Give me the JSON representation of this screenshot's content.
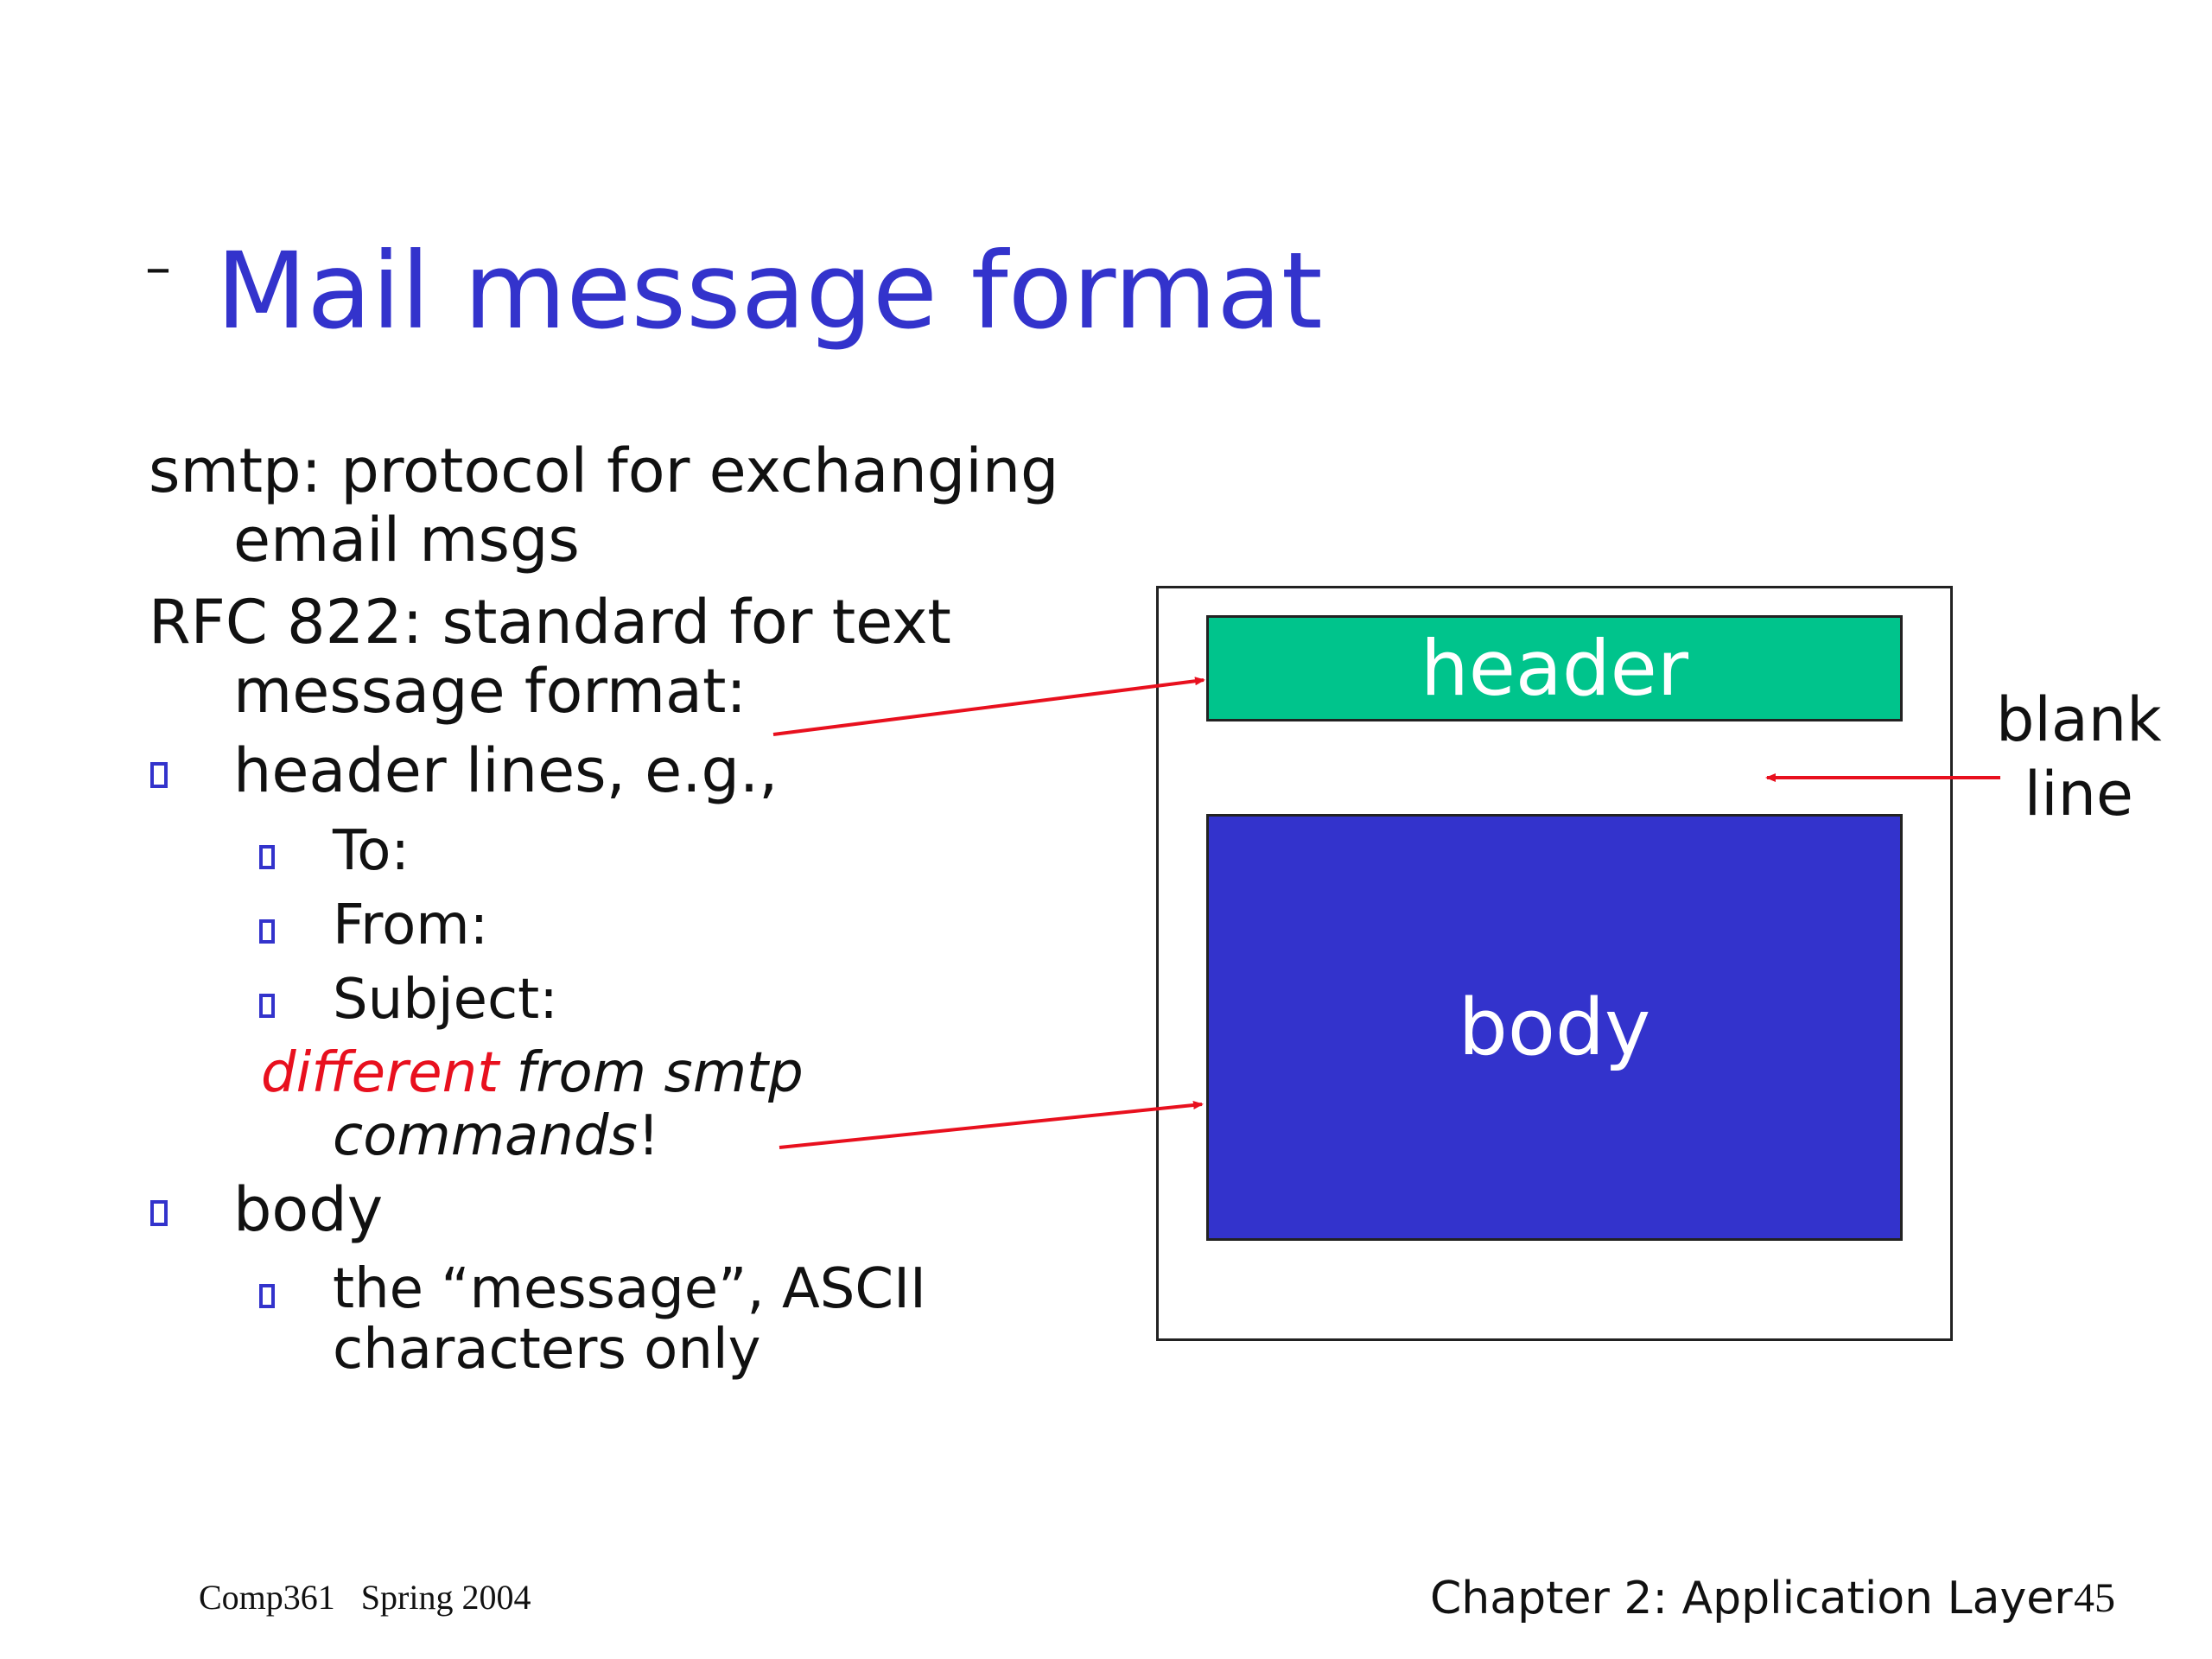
{
  "slide": {
    "title_dash": "–",
    "title": "Mail message format"
  },
  "content": {
    "smtp_line1": "smtp: protocol for exchanging",
    "smtp_line2": "email msgs",
    "rfc_line1": "RFC 822: standard for text",
    "rfc_line2": "message format:",
    "header_bullet": "header lines, e.g.,",
    "header_items": [
      "To:",
      "From:",
      "Subject:"
    ],
    "different_word": "different",
    "different_rest": " from smtp",
    "commands_word": "commands",
    "commands_bang": "!",
    "body_bullet": "body",
    "body_item_line1": "the “message”, ASCII",
    "body_item_line2": "characters only"
  },
  "diagram": {
    "header_label": "header",
    "body_label": "body",
    "blank_label_line1": "blank",
    "blank_label_line2": "line",
    "colors": {
      "header_fill": "#00c48c",
      "body_fill": "#3333cc",
      "arrow": "#e8101e"
    }
  },
  "footer": {
    "course": "Comp361   Spring 2004",
    "chapter": "Chapter 2: Application Layer",
    "page_number": "45"
  }
}
